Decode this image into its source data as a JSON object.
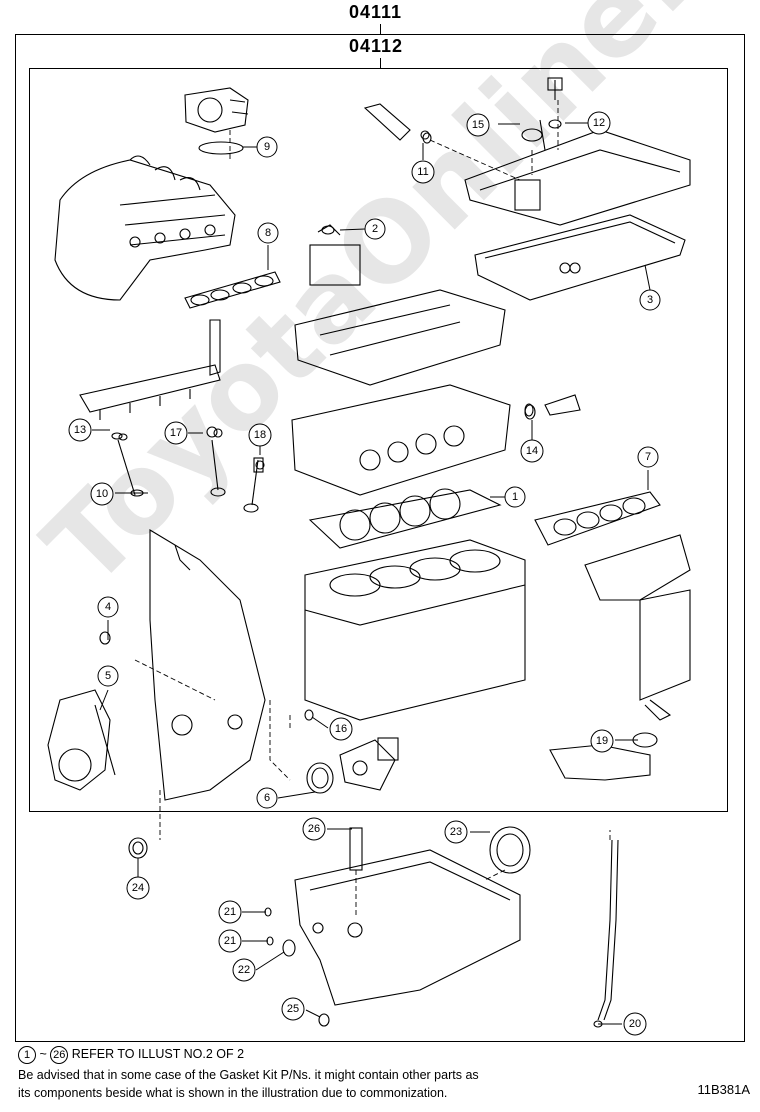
{
  "header": {
    "outer_code": "04111",
    "inner_code": "04112"
  },
  "watermark": "ToyotaOnline.ru",
  "callouts": [
    {
      "id": "c1",
      "label": "1"
    },
    {
      "id": "c2",
      "label": "2"
    },
    {
      "id": "c3",
      "label": "3"
    },
    {
      "id": "c4",
      "label": "4"
    },
    {
      "id": "c5",
      "label": "5"
    },
    {
      "id": "c6",
      "label": "6"
    },
    {
      "id": "c7",
      "label": "7"
    },
    {
      "id": "c8",
      "label": "8"
    },
    {
      "id": "c9",
      "label": "9"
    },
    {
      "id": "c10",
      "label": "10"
    },
    {
      "id": "c11",
      "label": "11"
    },
    {
      "id": "c12",
      "label": "12"
    },
    {
      "id": "c13",
      "label": "13"
    },
    {
      "id": "c14",
      "label": "14"
    },
    {
      "id": "c15",
      "label": "15"
    },
    {
      "id": "c16",
      "label": "16"
    },
    {
      "id": "c17",
      "label": "17"
    },
    {
      "id": "c18",
      "label": "18"
    },
    {
      "id": "c19",
      "label": "19"
    },
    {
      "id": "c20",
      "label": "20"
    },
    {
      "id": "c21a",
      "label": "21"
    },
    {
      "id": "c21b",
      "label": "21"
    },
    {
      "id": "c22",
      "label": "22"
    },
    {
      "id": "c23",
      "label": "23"
    },
    {
      "id": "c24",
      "label": "24"
    },
    {
      "id": "c25",
      "label": "25"
    },
    {
      "id": "c26",
      "label": "26"
    }
  ],
  "footer": {
    "range_start": "1",
    "range_sep": "~",
    "range_end": "26",
    "refer_text": "REFER TO ILLUST NO.2 OF 2",
    "note_line1": "Be advised that in some case of the Gasket Kit P/Ns.  it might contain other parts as",
    "note_line2": "its components beside what is shown in the illustration due to commonization.",
    "illustration_id": "11B381A"
  }
}
